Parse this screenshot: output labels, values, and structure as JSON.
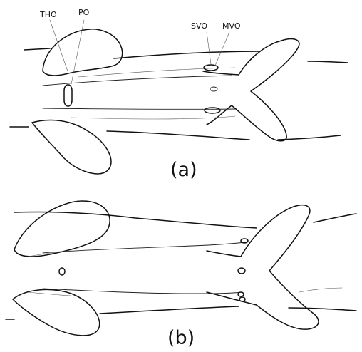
{
  "panels": [
    {
      "caption": "(a)",
      "labels": [
        "THO",
        "PO",
        "SVO",
        "MVO"
      ]
    },
    {
      "caption": "(b)"
    }
  ]
}
